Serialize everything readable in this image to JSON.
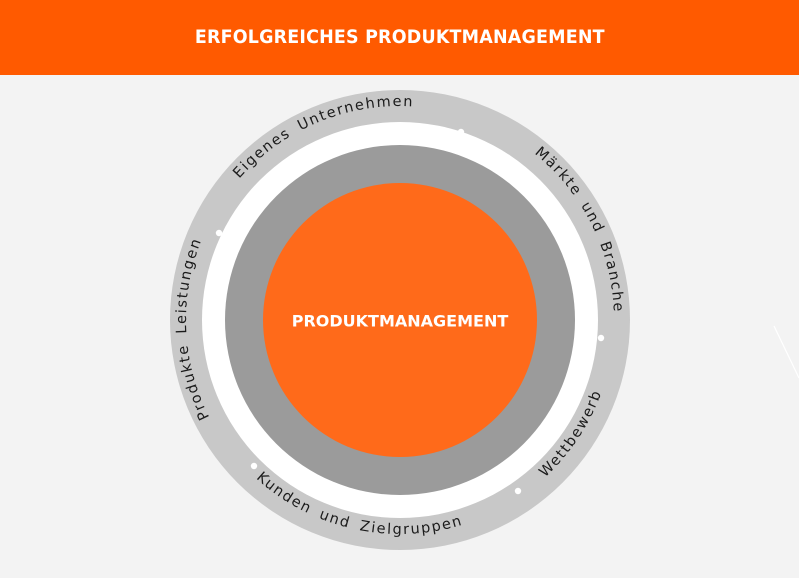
{
  "header": {
    "title": "ERFOLGREICHES PRODUKTMANAGEMENT"
  },
  "diagram": {
    "center_label": "PRODUKTMANAGEMENT",
    "outer_ring_labels": {
      "top": "Eigenes Unternehmen",
      "top_right": "Märkte und Branche",
      "right": "Wettbewerb",
      "bottom": "Kunden und Zielgruppen",
      "left": "Produkte Leistungen"
    }
  },
  "colors": {
    "header": "#ff5a00",
    "background": "#f3f3f3",
    "outer_ring": "#c8c8c8",
    "white_gap": "#ffffff",
    "middle_ring": "#9b9b9b",
    "center": "#ff6a1a",
    "separator_dot": "#ffffff"
  }
}
